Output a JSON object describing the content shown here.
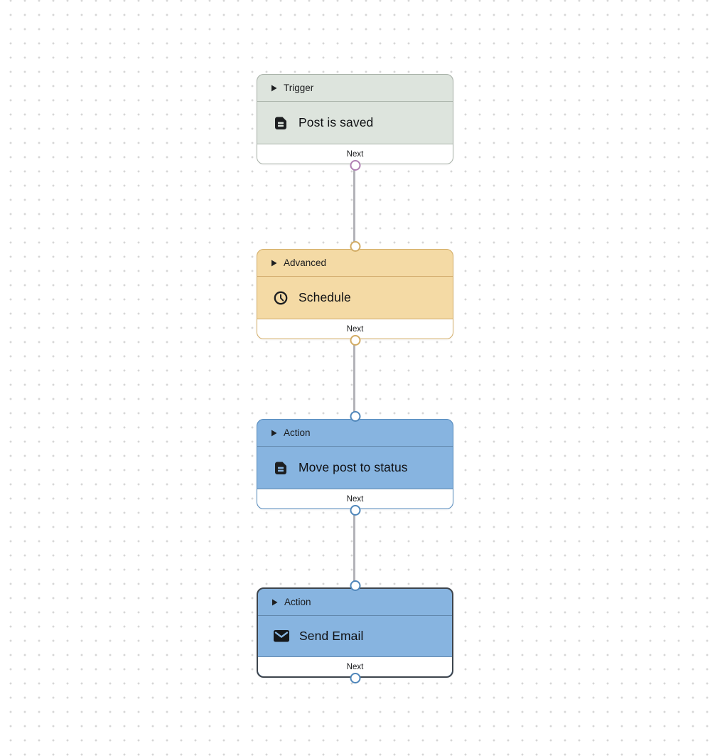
{
  "canvas": {
    "background": "#ffffff",
    "dot_color": "#d6d6d6"
  },
  "edges": {
    "color": "#b2b2b8",
    "connections": [
      {
        "from": "Post is saved",
        "to": "Schedule"
      },
      {
        "from": "Schedule",
        "to": "Move post to status"
      },
      {
        "from": "Move post to status",
        "to": "Send Email"
      }
    ]
  },
  "workflow": {
    "nodes": [
      {
        "category": "Trigger",
        "title": "Post is saved",
        "icon": "document-icon",
        "footer_label": "Next",
        "selected": false,
        "has_input": false,
        "has_output": true,
        "colors": {
          "background": "#dde4dd",
          "border": "#a5aea5",
          "divider": "#aab3aa",
          "handle": "#b07fb3"
        }
      },
      {
        "category": "Advanced",
        "title": "Schedule",
        "icon": "clock-icon",
        "footer_label": "Next",
        "selected": false,
        "has_input": true,
        "has_output": true,
        "colors": {
          "background": "#f4daa5",
          "border": "#d2ab63",
          "divider": "#d0a96a",
          "handle": "#d2ab63"
        }
      },
      {
        "category": "Action",
        "title": "Move post to status",
        "icon": "document-icon",
        "footer_label": "Next",
        "selected": false,
        "has_input": true,
        "has_output": true,
        "colors": {
          "background": "#87b4e0",
          "border": "#4f86ba",
          "divider": "#6288ad",
          "handle": "#4f86ba"
        }
      },
      {
        "category": "Action",
        "title": "Send Email",
        "icon": "envelope-icon",
        "footer_label": "Next",
        "selected": true,
        "has_input": true,
        "has_output": true,
        "colors": {
          "background": "#87b4e0",
          "border": "#3d444c",
          "divider": "#6288ad",
          "handle": "#4f86ba"
        }
      }
    ]
  }
}
